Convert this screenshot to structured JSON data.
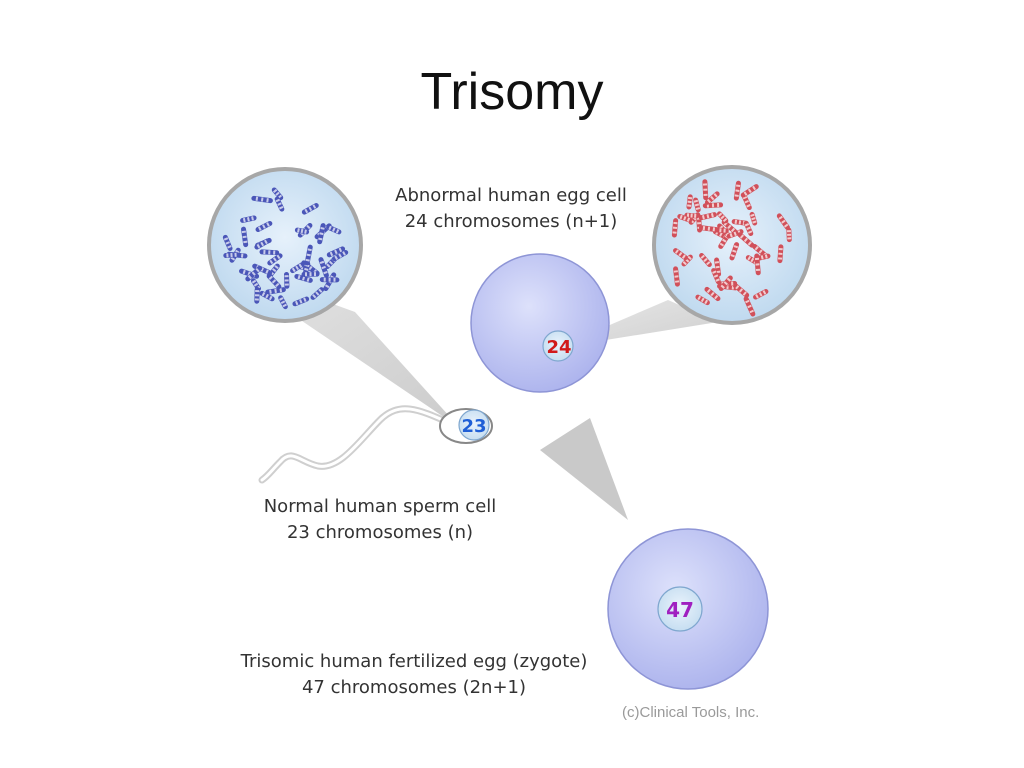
{
  "slide": {
    "title": "Trisomy"
  },
  "labels": {
    "egg_cell": {
      "line1": "Abnormal human egg cell",
      "line2": "24 chromosomes (n+1)"
    },
    "sperm_cell": {
      "line1": "Normal human sperm cell",
      "line2": "23 chromosomes (n)"
    },
    "zygote": {
      "line1": "Trisomic human fertilized egg (zygote)",
      "line2": "47 chromosomes (2n+1)"
    }
  },
  "nuclei": {
    "sperm": "23",
    "egg": "24",
    "zygote": "47"
  },
  "credit": "(c)Clinical Tools, Inc.",
  "colors": {
    "cell_fill": "#b9bff0",
    "cell_stroke": "#8e95d6",
    "callout_fill": "#cfe4f4",
    "callout_funnel": "#d7d7d7",
    "sperm_chromosomes": "#4a56b8",
    "egg_chromosomes": "#d1505a",
    "sperm_number": "#1f5fd6",
    "egg_number": "#d11a1a",
    "zygote_number": "#a020c0",
    "arrow": "#c9c9c9"
  }
}
